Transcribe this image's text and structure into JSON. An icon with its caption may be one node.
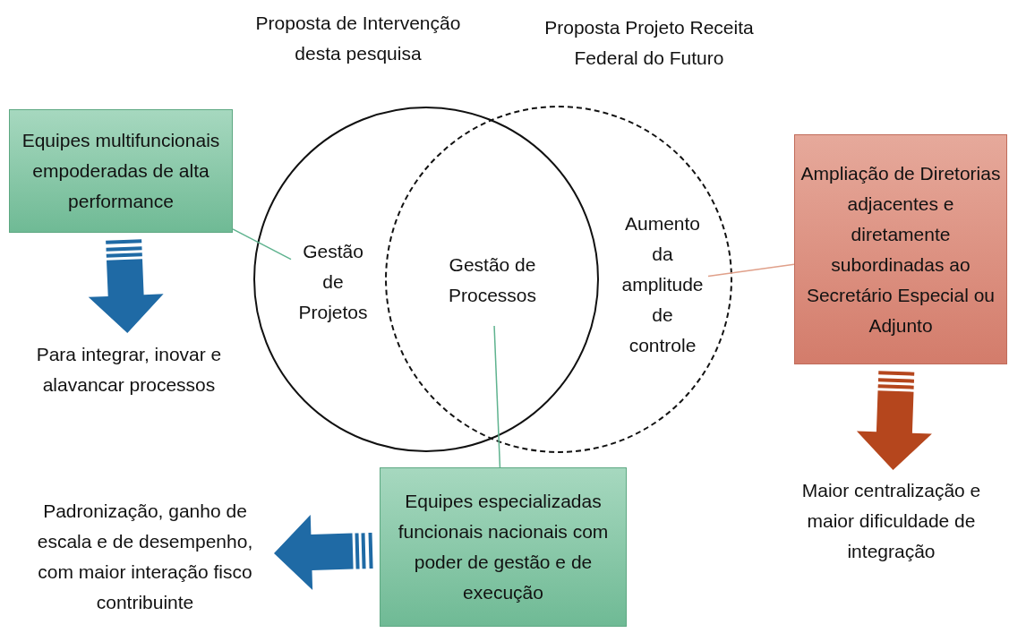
{
  "diagram": {
    "nodes": [
      {
        "text": [
          "Proposta de Intervenção desta pesquisa"
        ]
      },
      {
        "text": [
          "Proposta Projeto Receita Federal do Futuro"
        ]
      },
      {
        "text": [
          "Gestão de Projetos"
        ],
        "in": 0
      },
      {
        "text": [
          "Gestão de Processos"
        ]
      },
      {
        "text": [
          "Aumento da amplitude de controle"
        ],
        "in": 1
      },
      {
        "text": [
          "Equipes multifuncionais empoderadas de alta performance"
        ]
      },
      {
        "text": [
          "Para integrar, inovar e alavancar processos"
        ]
      },
      {
        "text": [
          "Ampliação de Diretorias adjacentes e diretamente subordinadas ao Secretário Especial ou Adjunto"
        ]
      },
      {
        "text": [
          "Maior centralização e maior dificuldade de integração"
        ]
      },
      {
        "text": [
          "Equipes especializadas funcionais nacionais com poder de gestão e de execução"
        ]
      },
      {
        "text": [
          "Padronização, ganho de escala e de desempenho, com maior interação fisco contribuinte"
        ]
      }
    ],
    "edges": [
      {
        "from": 5,
        "to": 2,
        "arrow": "none",
        "color": "#5fb38f"
      },
      {
        "from": 7,
        "to": 4,
        "arrow": "none",
        "color": "#e0a08a"
      },
      {
        "from": 9,
        "to": 3,
        "arrow": "none",
        "color": "#5fb38f"
      },
      {
        "from": 5,
        "to": 6,
        "arrow": "to",
        "style": "thick",
        "color": "#1f6aa5"
      },
      {
        "from": 7,
        "to": 8,
        "arrow": "to",
        "style": "thick",
        "color": "#b5461d"
      },
      {
        "from": 9,
        "to": 10,
        "arrow": "to",
        "style": "thick",
        "color": "#1f6aa5"
      }
    ]
  }
}
